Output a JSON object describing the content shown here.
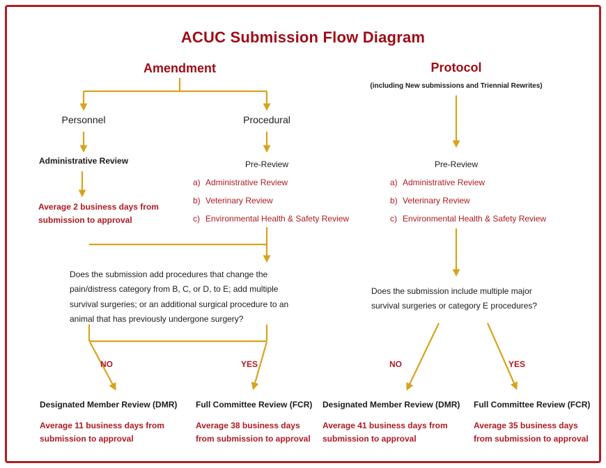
{
  "title": "ACUC Submission Flow Diagram",
  "colors": {
    "heading_red": "#9E0B15",
    "body_red": "#AE1A22",
    "arrow_gold": "#D9A21B",
    "border_red": "#AD1F23"
  },
  "amendment": {
    "heading": "Amendment",
    "personnel": {
      "label": "Personnel",
      "review": "Administrative Review",
      "average": "Average 2 business days from submission to approval"
    },
    "procedural": {
      "label": "Procedural",
      "pre_review": "Pre-Review",
      "items": [
        {
          "letter": "a)",
          "text": "Administrative Review"
        },
        {
          "letter": "b)",
          "text": "Veterinary Review"
        },
        {
          "letter": "c)",
          "text": "Environmental Health & Safety Review"
        }
      ],
      "question": "Does the submission add procedures that change the pain/distress category from B, C, or D, to E; add multiple survival surgeries; or an additional surgical procedure to an animal that has previously undergone surgery?",
      "no_label": "NO",
      "yes_label": "YES",
      "dmr": {
        "title": "Designated Member Review (DMR)",
        "average": "Average 11 business days from submission to approval"
      },
      "fcr": {
        "title": "Full Committee Review (FCR)",
        "average": "Average 38 business days from submission to approval"
      }
    }
  },
  "protocol": {
    "heading": "Protocol",
    "subtitle": "(including New submissions and Triennial Rewrites)",
    "pre_review": "Pre-Review",
    "items": [
      {
        "letter": "a)",
        "text": "Administrative Review"
      },
      {
        "letter": "b)",
        "text": "Veterinary Review"
      },
      {
        "letter": "c)",
        "text": "Environmental Health & Safety Review"
      }
    ],
    "question": "Does the submission include multiple major survival surgeries or category E procedures?",
    "no_label": "NO",
    "yes_label": "YES",
    "dmr": {
      "title": "Designated Member Review (DMR)",
      "average": "Average 41 business days from submission to approval"
    },
    "fcr": {
      "title": "Full Committee Review (FCR)",
      "average": "Average 35 business days from submission to approval"
    }
  }
}
